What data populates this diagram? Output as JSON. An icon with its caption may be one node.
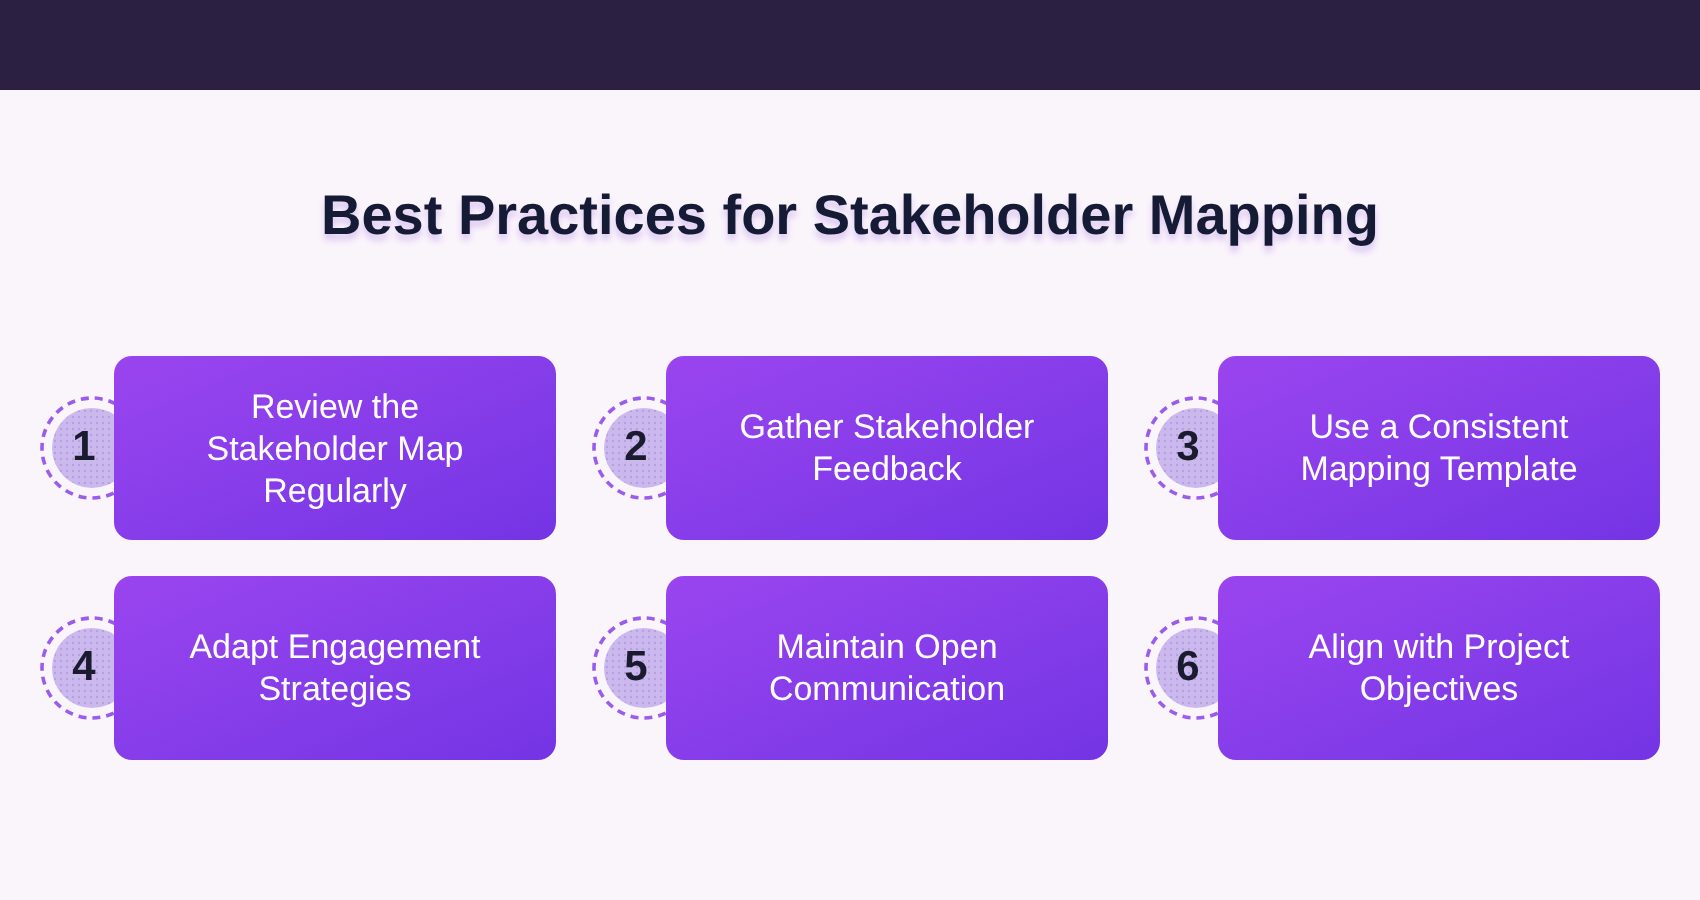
{
  "diagram": {
    "title": "Best Practices for Stakeholder Mapping",
    "nodes": [
      {
        "text": [
          "1"
        ]
      },
      {
        "text": [
          "Review the Stakeholder Map Regularly"
        ]
      },
      {
        "text": [
          "2"
        ]
      },
      {
        "text": [
          "Gather Stakeholder Feedback"
        ]
      },
      {
        "text": [
          "3"
        ]
      },
      {
        "text": [
          "Use a Consistent Mapping Template"
        ]
      },
      {
        "text": [
          "4"
        ]
      },
      {
        "text": [
          "Adapt Engagement Strategies"
        ]
      },
      {
        "text": [
          "5"
        ]
      },
      {
        "text": [
          "Maintain Open Communication"
        ]
      },
      {
        "text": [
          "6"
        ]
      },
      {
        "text": [
          "Align with Project Objectives"
        ]
      }
    ],
    "edges": []
  }
}
